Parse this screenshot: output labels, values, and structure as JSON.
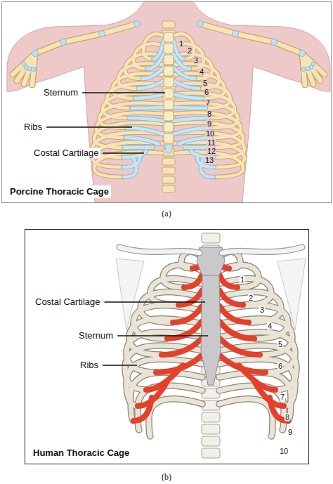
{
  "diagram": {
    "nodes": [
      {
        "text": [
          "Porcine Thoracic Cage"
        ]
      },
      {
        "text": [
          "Human Thoracic Cage"
        ]
      }
    ],
    "labels": [
      "Sternum",
      "Ribs",
      "Costal Cartilage",
      "1",
      "2",
      "3",
      "4",
      "5",
      "6",
      "7",
      "8",
      "9",
      "10",
      "11",
      "12",
      "13",
      "(a)",
      "Costal Cartilage",
      "Sternum",
      "Ribs",
      "1",
      "2",
      "3",
      "4",
      "5",
      "6",
      "7",
      "8",
      "9",
      "10",
      "(b)"
    ]
  }
}
